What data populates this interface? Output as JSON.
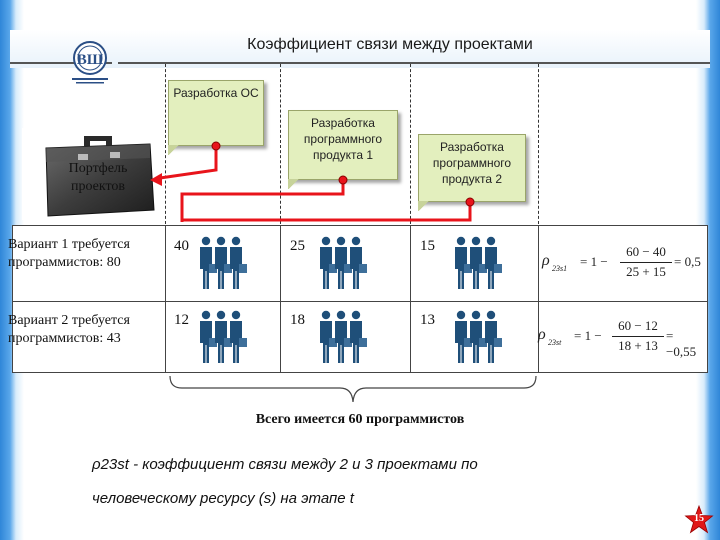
{
  "title": "Коэффициент связи между проектами",
  "portfolio_label": "Портфель проектов",
  "projects": [
    {
      "label": "Разработка ОС"
    },
    {
      "label": "Разработка программного продукта 1"
    },
    {
      "label": "Разработка программного продукта 2"
    }
  ],
  "variants": [
    {
      "label": "Вариант 1 требуется программистов: 80",
      "alloc": [
        "40",
        "25",
        "15"
      ],
      "formula": {
        "rho": "ρ",
        "sub": "23s1",
        "lhs": "= 1 −",
        "num": "60 − 40",
        "den": "25 + 15",
        "result": "= 0,5"
      }
    },
    {
      "label": "Вариант 2 требуется программистов: 43",
      "alloc": [
        "12",
        "18",
        "13"
      ],
      "formula": {
        "rho": "ρ",
        "sub": "23st",
        "lhs": "= 1 −",
        "num": "60 − 12",
        "den": "18 + 13",
        "result": "= −0,55"
      }
    }
  ],
  "total": "Всего имеется 60 программистов",
  "footnote": {
    "symbol": "ρ23st",
    "line1": "- коэффициент связи между 2 и 3 проектами по",
    "line2": "человеческому ресурсу (s) на этапе t"
  },
  "page_number": "15",
  "colors": {
    "connector": "#e8141b",
    "note_bg": "#e3efbe",
    "figure": "#1f4f79",
    "frame": "#2f86d8"
  },
  "icons": [
    "university-logo-icon",
    "briefcase-icon",
    "programmer-group-icon",
    "red-star-icon"
  ]
}
